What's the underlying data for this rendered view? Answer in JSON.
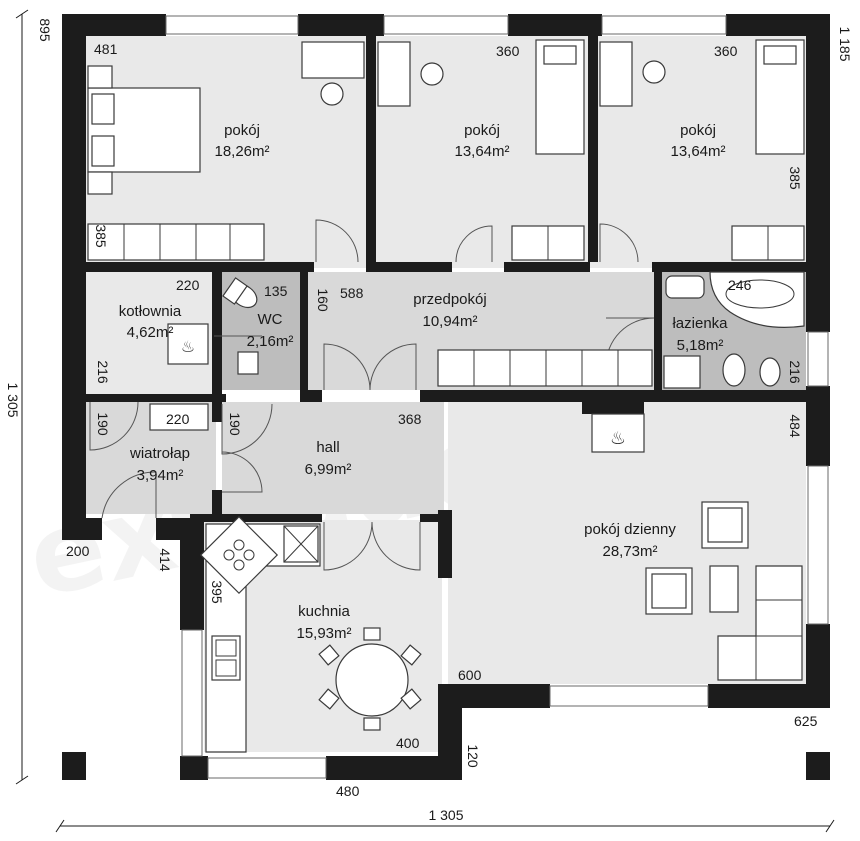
{
  "watermark": "extradom",
  "rooms": {
    "bedroom1": {
      "name": "pokój",
      "area": "18,26m²",
      "width": "481",
      "depth": "385"
    },
    "bedroom2": {
      "name": "pokój",
      "area": "13,64m²",
      "width": "360"
    },
    "bedroom3": {
      "name": "pokój",
      "area": "13,64m²",
      "width": "360",
      "depth": "385"
    },
    "boiler": {
      "name": "kotłownia",
      "area": "4,62m²",
      "width": "220",
      "depth": "216"
    },
    "wc": {
      "name": "WC",
      "area": "2,16m²",
      "width": "135",
      "depth": "160"
    },
    "anteroom": {
      "name": "przedpokój",
      "area": "10,94m²",
      "width": "588"
    },
    "bathroom": {
      "name": "łazienka",
      "area": "5,18m²",
      "width": "246",
      "depth": "216"
    },
    "windbreak": {
      "name": "wiatrołap",
      "area": "3,94m²",
      "width": "220",
      "depth": "190"
    },
    "hall": {
      "name": "hall",
      "area": "6,99m²",
      "width": "368",
      "depth": "190"
    },
    "living": {
      "name": "pokój dzienny",
      "area": "28,73m²",
      "depth": "484",
      "width": "600",
      "right_depth": "625"
    },
    "kitchen": {
      "name": "kuchnia",
      "area": "15,93m²",
      "depth": "395",
      "width": "400",
      "bottom_width": "480",
      "step": "120"
    }
  },
  "dimensions": {
    "overall_width": "1 305",
    "overall_depth": "1 305",
    "top_left": "895",
    "top_right": "1 185",
    "left_step": "200",
    "left_offset": "414"
  }
}
